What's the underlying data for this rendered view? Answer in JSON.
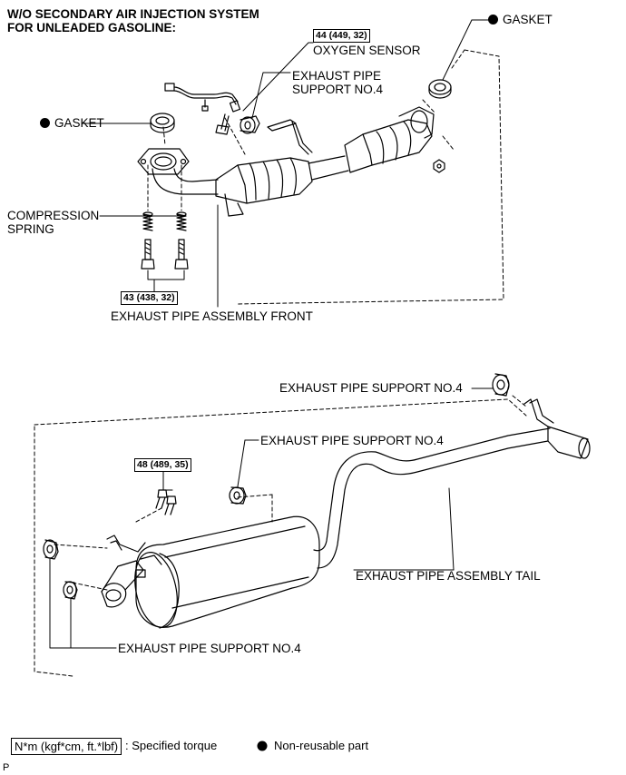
{
  "title": {
    "line1": "W/O SECONDARY AIR INJECTION SYSTEM",
    "line2": "FOR UNLEADED GASOLINE:"
  },
  "labels": {
    "gasket_top": "GASKET",
    "gasket_left": "GASKET",
    "oxygen_sensor": "OXYGEN SENSOR",
    "support_top_line1": "EXHAUST PIPE",
    "support_top_line2": "SUPPORT NO.4",
    "compression_spring_line1": "COMPRESSION",
    "compression_spring_line2": "SPRING",
    "pipe_front": "EXHAUST PIPE ASSEMBLY FRONT",
    "support_mid_right": "EXHAUST PIPE SUPPORT NO.4",
    "support_mid": "EXHAUST PIPE SUPPORT NO.4",
    "pipe_tail": "EXHAUST PIPE ASSEMBLY TAIL",
    "support_bottom": "EXHAUST PIPE SUPPORT NO.4"
  },
  "torques": {
    "oxygen_sensor": "44 (449, 32)",
    "spring_bolts": "43 (438, 32)",
    "tail_bolts": "48 (489, 35)"
  },
  "legend": {
    "torque_box": "N*m (kgf*cm, ft.*lbf)",
    "torque_text": ": Specified torque",
    "nonreusable_text": "Non-reusable part"
  },
  "corner_mark": "P"
}
